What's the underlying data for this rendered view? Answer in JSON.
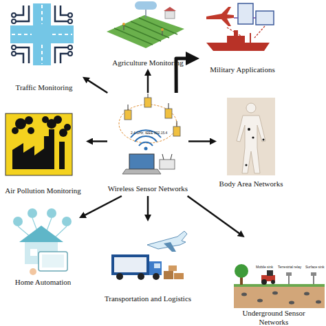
{
  "diagram": {
    "nodes": [
      {
        "text": [
          "Traffic Monitoring"
        ]
      },
      {
        "text": [
          "Agriculture Monitoring"
        ]
      },
      {
        "text": [
          "Military Applications"
        ]
      },
      {
        "text": [
          "Air Pollution Monitoring"
        ]
      },
      {
        "text": [
          "Wireless Sensor Networks"
        ]
      },
      {
        "text": [
          "Body Area Networks"
        ]
      },
      {
        "text": [
          "Home Automation"
        ]
      },
      {
        "text": [
          "Transportation and Logistics"
        ]
      },
      {
        "text": [
          "Underground Sensor Networks"
        ]
      }
    ],
    "edges": [
      {
        "from": 4,
        "to": 0,
        "arrow": "to"
      },
      {
        "from": 4,
        "to": 1,
        "arrow": "to"
      },
      {
        "from": 4,
        "to": 2,
        "arrow": "to"
      },
      {
        "from": 4,
        "to": 3,
        "arrow": "to"
      },
      {
        "from": 4,
        "to": 5,
        "arrow": "to"
      },
      {
        "from": 4,
        "to": 6,
        "arrow": "to"
      },
      {
        "from": 4,
        "to": 7,
        "arrow": "to"
      },
      {
        "from": 4,
        "to": 8,
        "arrow": "to"
      }
    ],
    "labels": [
      "2.4 GHz, IEEE 802.15.4",
      "Mobile sink",
      "Terrestrial relay",
      "Surface sink"
    ]
  }
}
